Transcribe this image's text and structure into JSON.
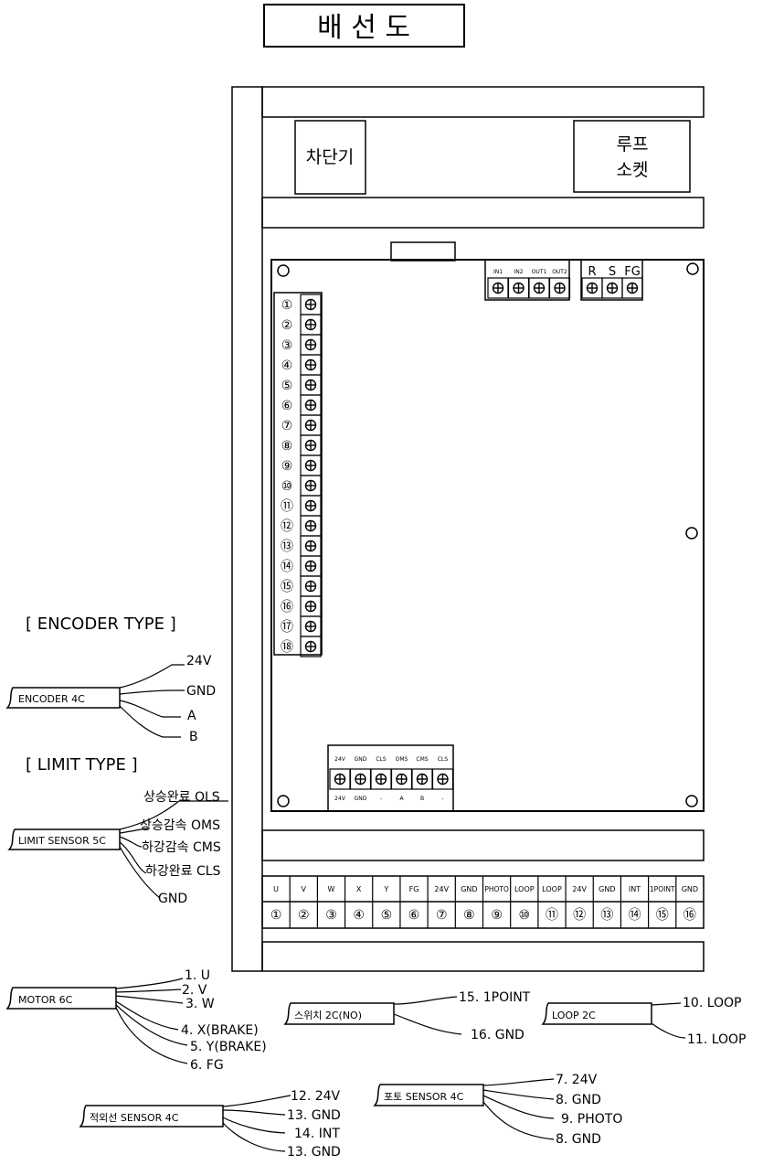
{
  "title": "배 선 도",
  "panel": {
    "breaker_label": "차단기",
    "loop_socket_label": [
      "루프",
      "소켓"
    ]
  },
  "top_terminals": {
    "io_labels": [
      "IN1",
      "IN2",
      "OUT1",
      "OUT2"
    ],
    "power_labels": [
      "R",
      "S",
      "FG"
    ]
  },
  "left_terminals": [
    "①",
    "②",
    "③",
    "④",
    "⑤",
    "⑥",
    "⑦",
    "⑧",
    "⑨",
    "⑩",
    "⑪",
    "⑫",
    "⑬",
    "⑭",
    "⑮",
    "⑯",
    "⑰",
    "⑱"
  ],
  "bottom_terminals": {
    "top_labels": [
      "24V",
      "GND",
      "CLS",
      "OMS",
      "CMS",
      "CLS"
    ],
    "bottom_labels": [
      "24V",
      "GND",
      "-",
      "A",
      "B",
      "-"
    ]
  },
  "terminal_strip": {
    "labels": [
      "U",
      "V",
      "W",
      "X",
      "Y",
      "FG",
      "24V",
      "GND",
      "PHOTO",
      "LOOP",
      "LOOP",
      "24V",
      "GND",
      "INT",
      "1POINT",
      "GND"
    ],
    "numbers": [
      "①",
      "②",
      "③",
      "④",
      "⑤",
      "⑥",
      "⑦",
      "⑧",
      "⑨",
      "⑩",
      "⑪",
      "⑫",
      "⑬",
      "⑭",
      "⑮",
      "⑯"
    ]
  },
  "encoder": {
    "heading": "[ ENCODER TYPE ]",
    "cable": "ENCODER 4C",
    "wires": [
      "24V",
      "GND",
      "A",
      "B"
    ]
  },
  "limit": {
    "heading": "[ LIMIT TYPE ]",
    "cable": "LIMIT SENSOR 5C",
    "wires": [
      "상승완료 OLS",
      "상승감속 OMS",
      "하강감속 CMS",
      "하강완료 CLS",
      "GND"
    ]
  },
  "motor": {
    "cable": "MOTOR 6C",
    "wires": [
      "1. U",
      "2. V",
      "3. W",
      "4. X(BRAKE)",
      "5. Y(BRAKE)",
      "6. FG"
    ]
  },
  "switch": {
    "cable": "스위치 2C(NO)",
    "wires": [
      "15. 1POINT",
      "16. GND"
    ]
  },
  "loop": {
    "cable": "LOOP 2C",
    "wires": [
      "10. LOOP",
      "11. LOOP"
    ]
  },
  "ir_sensor": {
    "cable": "적외선 SENSOR 4C",
    "wires": [
      "12. 24V",
      "13. GND",
      "14. INT",
      "13. GND"
    ]
  },
  "photo_sensor": {
    "cable": "포토 SENSOR 4C",
    "wires": [
      "7. 24V",
      "8. GND",
      "9. PHOTO",
      "8. GND"
    ]
  }
}
